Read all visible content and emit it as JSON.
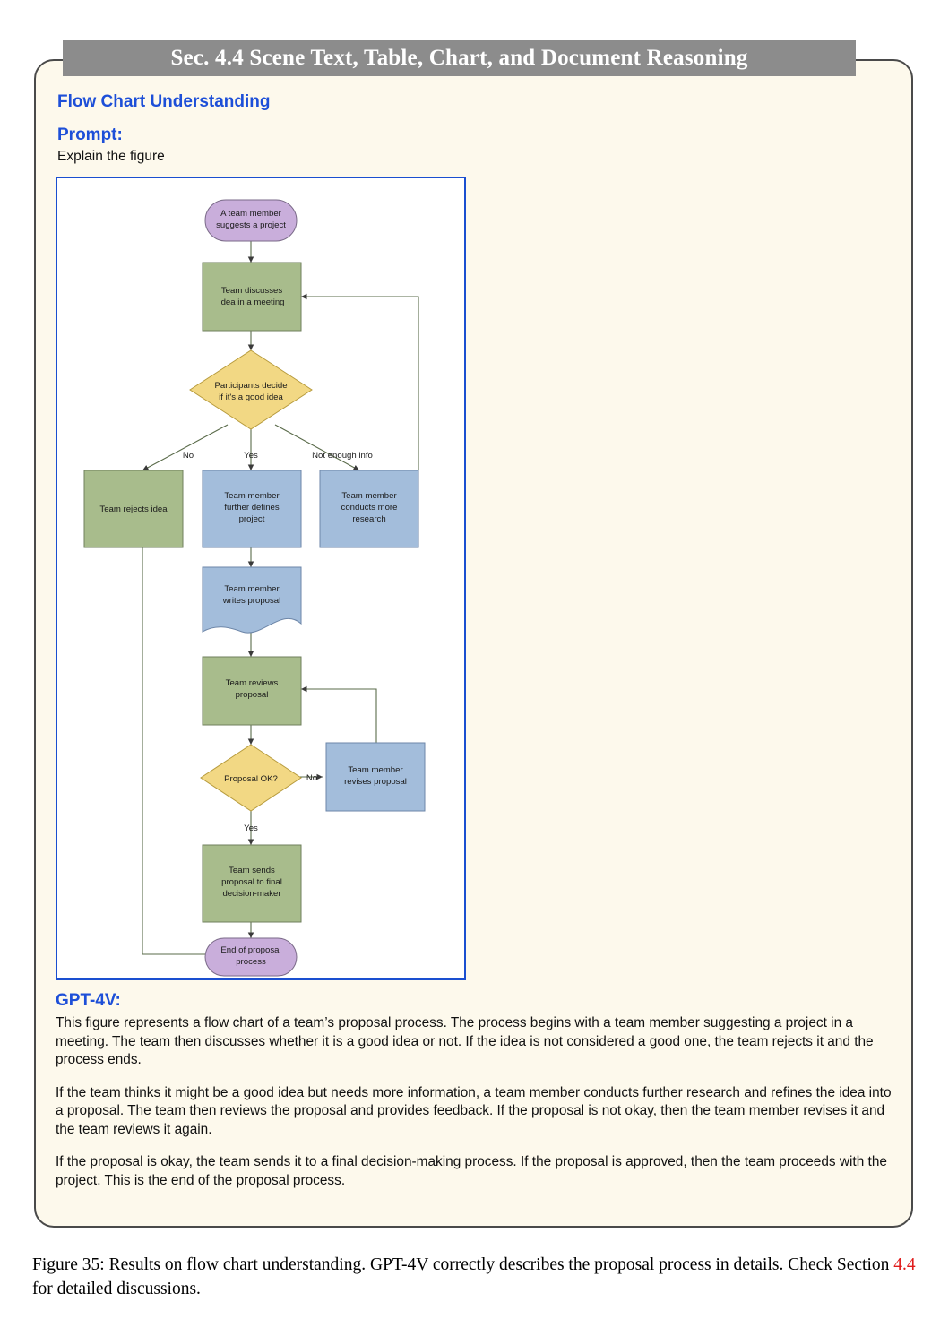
{
  "section_header": "Sec. 4.4 Scene Text, Table, Chart, and Document Reasoning",
  "card": {
    "task_title": "Flow Chart Understanding",
    "prompt_label": "Prompt:",
    "prompt_text": "Explain the figure"
  },
  "flowchart": {
    "nodes": [
      {
        "id": "start",
        "label_line1": "A team member",
        "label_line2": "suggests a project",
        "label_line3": "",
        "shape": "terminator",
        "color": "#c9aedb"
      },
      {
        "id": "discuss",
        "label_line1": "Team discusses",
        "label_line2": "idea in a meeting",
        "label_line3": "",
        "shape": "process",
        "color": "#a8bc8c"
      },
      {
        "id": "decide",
        "label_line1": "Participants decide",
        "label_line2": "if it's a good idea",
        "label_line3": "",
        "shape": "decision",
        "color": "#f2d884"
      },
      {
        "id": "reject",
        "label_line1": "Team rejects idea",
        "label_line2": "",
        "label_line3": "",
        "shape": "process",
        "color": "#a8bc8c"
      },
      {
        "id": "define",
        "label_line1": "Team member",
        "label_line2": "further defines",
        "label_line3": "project",
        "shape": "process",
        "color": "#a3bddb"
      },
      {
        "id": "research",
        "label_line1": "Team member",
        "label_line2": "conducts more",
        "label_line3": "research",
        "shape": "process",
        "color": "#a3bddb"
      },
      {
        "id": "write",
        "label_line1": "Team member",
        "label_line2": "writes proposal",
        "label_line3": "",
        "shape": "document",
        "color": "#a3bddb"
      },
      {
        "id": "review",
        "label_line1": "Team reviews",
        "label_line2": "proposal",
        "label_line3": "",
        "shape": "process",
        "color": "#a8bc8c"
      },
      {
        "id": "ok",
        "label_line1": "Proposal OK?",
        "label_line2": "",
        "label_line3": "",
        "shape": "decision",
        "color": "#f2d884"
      },
      {
        "id": "revise",
        "label_line1": "Team member",
        "label_line2": "revises proposal",
        "label_line3": "",
        "shape": "process",
        "color": "#a3bddb"
      },
      {
        "id": "send",
        "label_line1": "Team sends",
        "label_line2": "proposal to final",
        "label_line3": "decision-maker",
        "shape": "process",
        "color": "#a8bc8c"
      },
      {
        "id": "end",
        "label_line1": "End of proposal",
        "label_line2": "process",
        "label_line3": "",
        "shape": "terminator",
        "color": "#c9aedb"
      }
    ],
    "edge_labels": {
      "no_branch": "No",
      "yes_branch": "Yes",
      "not_enough_info": "Not enough info",
      "proposal_no": "No",
      "proposal_yes": "Yes"
    }
  },
  "answer": {
    "label": "GPT-4V:",
    "paragraphs": [
      "This figure represents a flow chart of a team’s proposal process. The process begins with a team member suggesting a project in a meeting. The team then discusses whether it is a good idea or not. If the idea is not considered a good one, the team rejects it and the process ends.",
      "If the team thinks it might be a good idea but needs more information, a team member conducts further research and refines the idea into a proposal. The team then reviews the proposal and provides feedback. If the proposal is not okay, then the team member revises it and the team reviews it again.",
      "If the proposal is okay, the team sends it to a final decision-making process. If the proposal is approved, then the team proceeds with the project. This is the end of the proposal process."
    ]
  },
  "caption": {
    "part1": "Figure 35: Results on flow chart understanding. GPT-4V correctly describes the proposal process in details. Check Section ",
    "section_ref": "4.4",
    "part2": " for detailed discussions."
  },
  "colors": {
    "header_band": "#8c8c8c",
    "card_bg": "#fdf9ec",
    "accent_blue": "#1d4fd8",
    "frame_blue": "#1a4fd0",
    "green": "#a8bc8c",
    "blue_box": "#a3bddb",
    "yellow": "#f2d884",
    "purple": "#c9aedb",
    "caption_ref": "#e01b1b"
  }
}
